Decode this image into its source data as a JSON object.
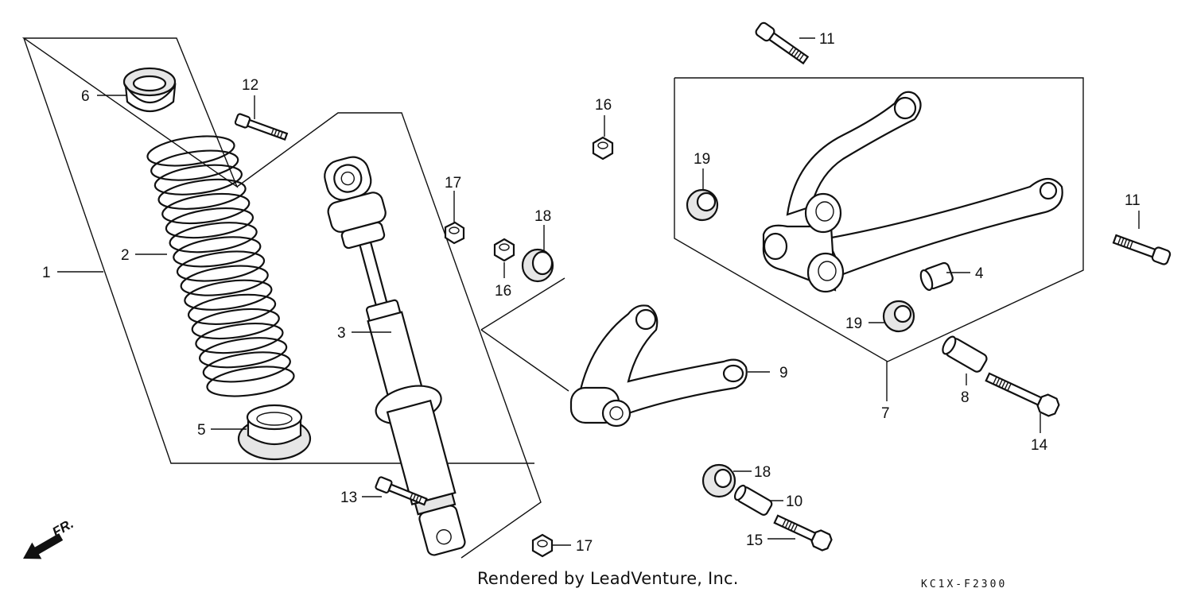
{
  "diagram": {
    "callouts": [
      {
        "id": "c1",
        "label": "1"
      },
      {
        "id": "c2",
        "label": "2"
      },
      {
        "id": "c3",
        "label": "3"
      },
      {
        "id": "c4",
        "label": "4"
      },
      {
        "id": "c5",
        "label": "5"
      },
      {
        "id": "c6",
        "label": "6"
      },
      {
        "id": "c7",
        "label": "7"
      },
      {
        "id": "c8",
        "label": "8"
      },
      {
        "id": "c9",
        "label": "9"
      },
      {
        "id": "c10",
        "label": "10"
      },
      {
        "id": "c11a",
        "label": "11"
      },
      {
        "id": "c11b",
        "label": "11"
      },
      {
        "id": "c12",
        "label": "12"
      },
      {
        "id": "c13",
        "label": "13"
      },
      {
        "id": "c14",
        "label": "14"
      },
      {
        "id": "c15",
        "label": "15"
      },
      {
        "id": "c16a",
        "label": "16"
      },
      {
        "id": "c16b",
        "label": "16"
      },
      {
        "id": "c17a",
        "label": "17"
      },
      {
        "id": "c17b",
        "label": "17"
      },
      {
        "id": "c18a",
        "label": "18"
      },
      {
        "id": "c18b",
        "label": "18"
      },
      {
        "id": "c19a",
        "label": "19"
      },
      {
        "id": "c19b",
        "label": "19"
      }
    ],
    "front_marker": "FR."
  },
  "footer": {
    "credit": "Rendered by LeadVenture, Inc.",
    "diagram_code": "KC1X-F2300"
  }
}
